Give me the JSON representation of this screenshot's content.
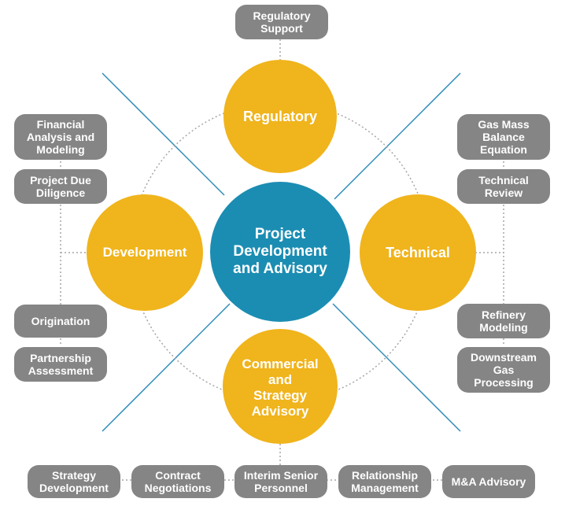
{
  "colors": {
    "center": "#1b8db3",
    "satellite": "#f0b41c",
    "pill": "#858586",
    "line": "#2d8bb8",
    "dotted": "#a6a6a6"
  },
  "center": {
    "label_lines": [
      "Project",
      "Development",
      "and Advisory"
    ]
  },
  "satellites": {
    "regulatory": {
      "label_lines": [
        "Regulatory"
      ]
    },
    "development": {
      "label_lines": [
        "Development"
      ]
    },
    "technical": {
      "label_lines": [
        "Technical"
      ]
    },
    "commercial": {
      "label_lines": [
        "Commercial",
        "and",
        "Strategy",
        "Advisory"
      ]
    }
  },
  "pills": {
    "regulatory_support": [
      "Regulatory",
      "Support"
    ],
    "financial_analysis": [
      "Financial",
      "Analysis and",
      "Modeling"
    ],
    "project_due_diligence": [
      "Project Due",
      "Diligence"
    ],
    "origination": [
      "Origination"
    ],
    "partnership_assessment": [
      "Partnership",
      "Assessment"
    ],
    "gas_mass_balance": [
      "Gas Mass",
      "Balance",
      "Equation"
    ],
    "technical_review": [
      "Technical",
      "Review"
    ],
    "refinery_modeling": [
      "Refinery",
      "Modeling"
    ],
    "downstream_gas": [
      "Downstream",
      "Gas",
      "Processing"
    ],
    "strategy_development": [
      "Strategy",
      "Development"
    ],
    "contract_negotiations": [
      "Contract",
      "Negotiations"
    ],
    "interim_senior_personnel": [
      "Interim Senior",
      "Personnel"
    ],
    "relationship_management": [
      "Relationship",
      "Management"
    ],
    "ma_advisory": [
      "M&A Advisory"
    ]
  }
}
